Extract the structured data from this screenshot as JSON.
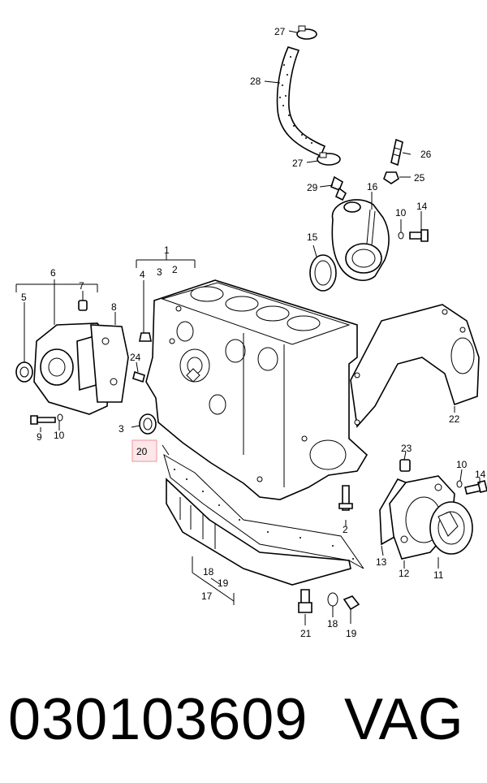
{
  "diagram": {
    "callouts": {
      "c1": "1",
      "c2": "2",
      "c3": "3",
      "c4": "4",
      "c5": "5",
      "c6": "6",
      "c7": "7",
      "c8": "8",
      "c9": "9",
      "c10": "10",
      "c11": "11",
      "c12": "12",
      "c13": "13",
      "c14": "14",
      "c15": "15",
      "c16": "16",
      "c17": "17",
      "c18": "18",
      "c19": "19",
      "c20": "20",
      "c21": "21",
      "c22": "22",
      "c23": "23",
      "c24": "24",
      "c25": "25",
      "c26": "26",
      "c27": "27",
      "c28": "28",
      "c29": "29"
    },
    "highlight_color": "#f4a3a8",
    "highlight_fill": "#fde7e8"
  },
  "caption": {
    "part_number": "030103609",
    "brand": "VAG"
  }
}
